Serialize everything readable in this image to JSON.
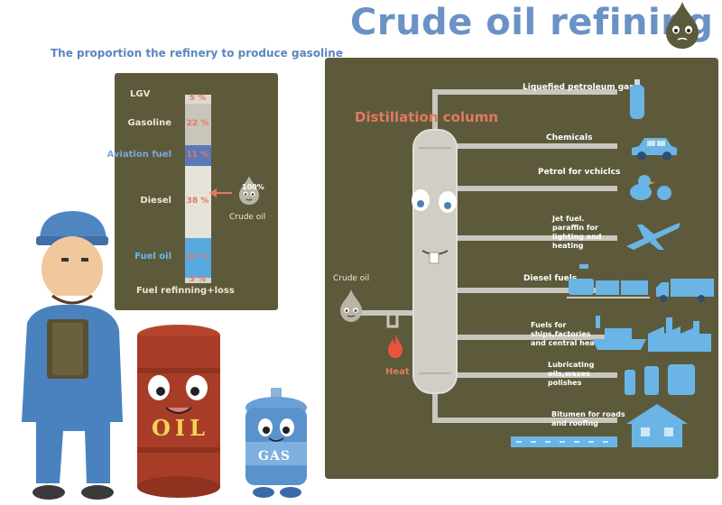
{
  "title": "Crude oil refining",
  "proportion_title": "The proportion the refinery to produce gasoline",
  "proportion": {
    "segments": [
      {
        "name": "LGV",
        "pct_label": "5 %",
        "value": 5,
        "color": "#dedad0",
        "label_color": "#ece6d2"
      },
      {
        "name": "Gasoline",
        "pct_label": "22 %",
        "value": 22,
        "color": "#c8c5bb",
        "label_color": "#ece6d2"
      },
      {
        "name": "Aviation fuel",
        "pct_label": "11 %",
        "value": 11,
        "color": "#5b79b8",
        "label_color": "#7aa9e0"
      },
      {
        "name": "Diesel",
        "pct_label": "38 %",
        "value": 38,
        "color": "#e6e3db",
        "label_color": "#ece6d2"
      },
      {
        "name": "Fuel oil",
        "pct_label": "21 %",
        "value": 21,
        "color": "#58a9e0",
        "label_color": "#6bb6ef"
      },
      {
        "name": "Fuel refinning+loss",
        "pct_label": "3 %",
        "value": 3,
        "color": "#d8d4cb",
        "label_color": "#ece6d2"
      }
    ],
    "input_pct": "100%",
    "input_label": "Crude oil"
  },
  "column_label": "Distillation column",
  "feed_label": "Crude oil",
  "heat_label": "Heat",
  "products": [
    "Liquefied petroleum gas",
    "Chemicals",
    "Petrol for vchiclcs",
    "Jet fuel.\nparaffin for\nlighting and\nheating",
    "Diesel fuels",
    "Fuels for\nships,factories\nand central heating",
    "Lubricating\noils,waxes\npolishes",
    "Bitumen for roads\nand roofing"
  ],
  "barrel_label": "OIL",
  "tank_label": "GAS",
  "colors": {
    "panel": "#5d5a3c",
    "title": "#6a92c4",
    "accent": "#e07a5f",
    "blue_icon": "#6ab5e6"
  }
}
